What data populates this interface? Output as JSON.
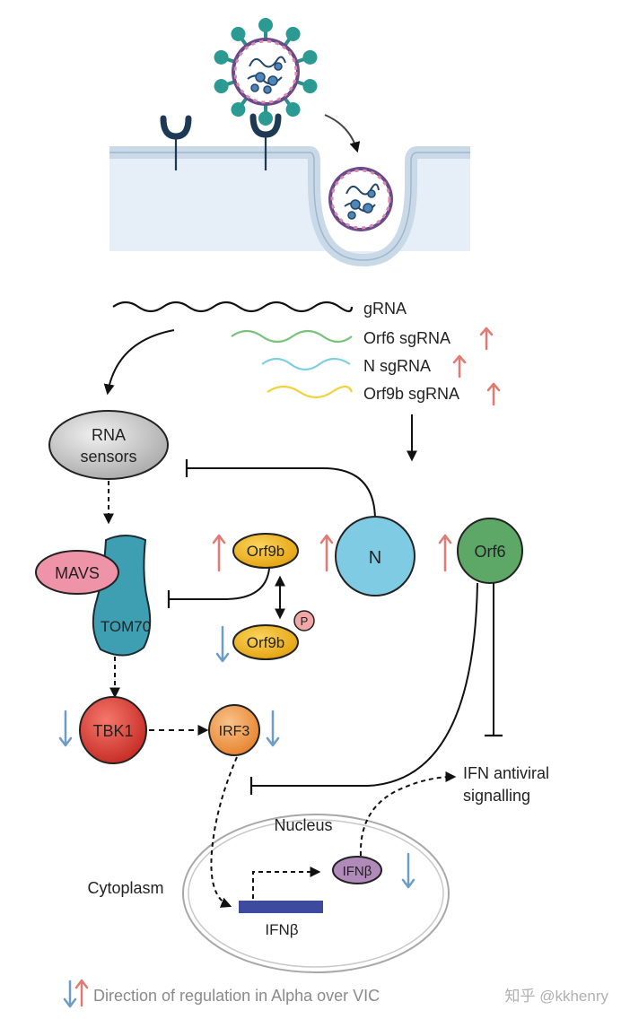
{
  "transcripts": {
    "grna": "gRNA",
    "orf6": "Orf6 sgRNA",
    "n": "N sgRNA",
    "orf9b": "Orf9b sgRNA"
  },
  "nodes": {
    "rna_sensors_line1": "RNA",
    "rna_sensors_line2": "sensors",
    "mavs": "MAVS",
    "tom70": "TOM70",
    "orf9b": "Orf9b",
    "orf9b_p": "Orf9b",
    "phospho": "P",
    "n": "N",
    "orf6": "Orf6",
    "tbk1": "TBK1",
    "irf3": "IRF3",
    "ifnb_protein": "IFNβ",
    "ifnb_gene": "IFNβ"
  },
  "labels": {
    "ifn_line1": "IFN antiviral",
    "ifn_line2": "signalling",
    "nucleus": "Nucleus",
    "cytoplasm": "Cytoplasm"
  },
  "legend": {
    "text": "Direction of regulation in Alpha over VIC"
  },
  "watermark": "知乎 @kkhenry",
  "colors": {
    "up_arrow": "#e07a73",
    "down_arrow": "#6f9cc4",
    "grna": "#111111",
    "orf6_rna": "#79c27c",
    "n_rna": "#7fcfe0",
    "orf9b_rna": "#f1d23b",
    "rna_sensors": "#c9c9c9",
    "mavs": "#ee93a8",
    "tom70": "#3f9fb2",
    "orf9b": "#f1b21c",
    "n": "#7fcbe3",
    "orf6": "#5da866",
    "tbk1": "#e0443a",
    "irf3": "#ef9b52",
    "ifnb_protein": "#b08ab8",
    "ifnb_gene": "#3d4a9e",
    "membrane": "#cfdde9",
    "cytosol": "#e6eff8"
  }
}
